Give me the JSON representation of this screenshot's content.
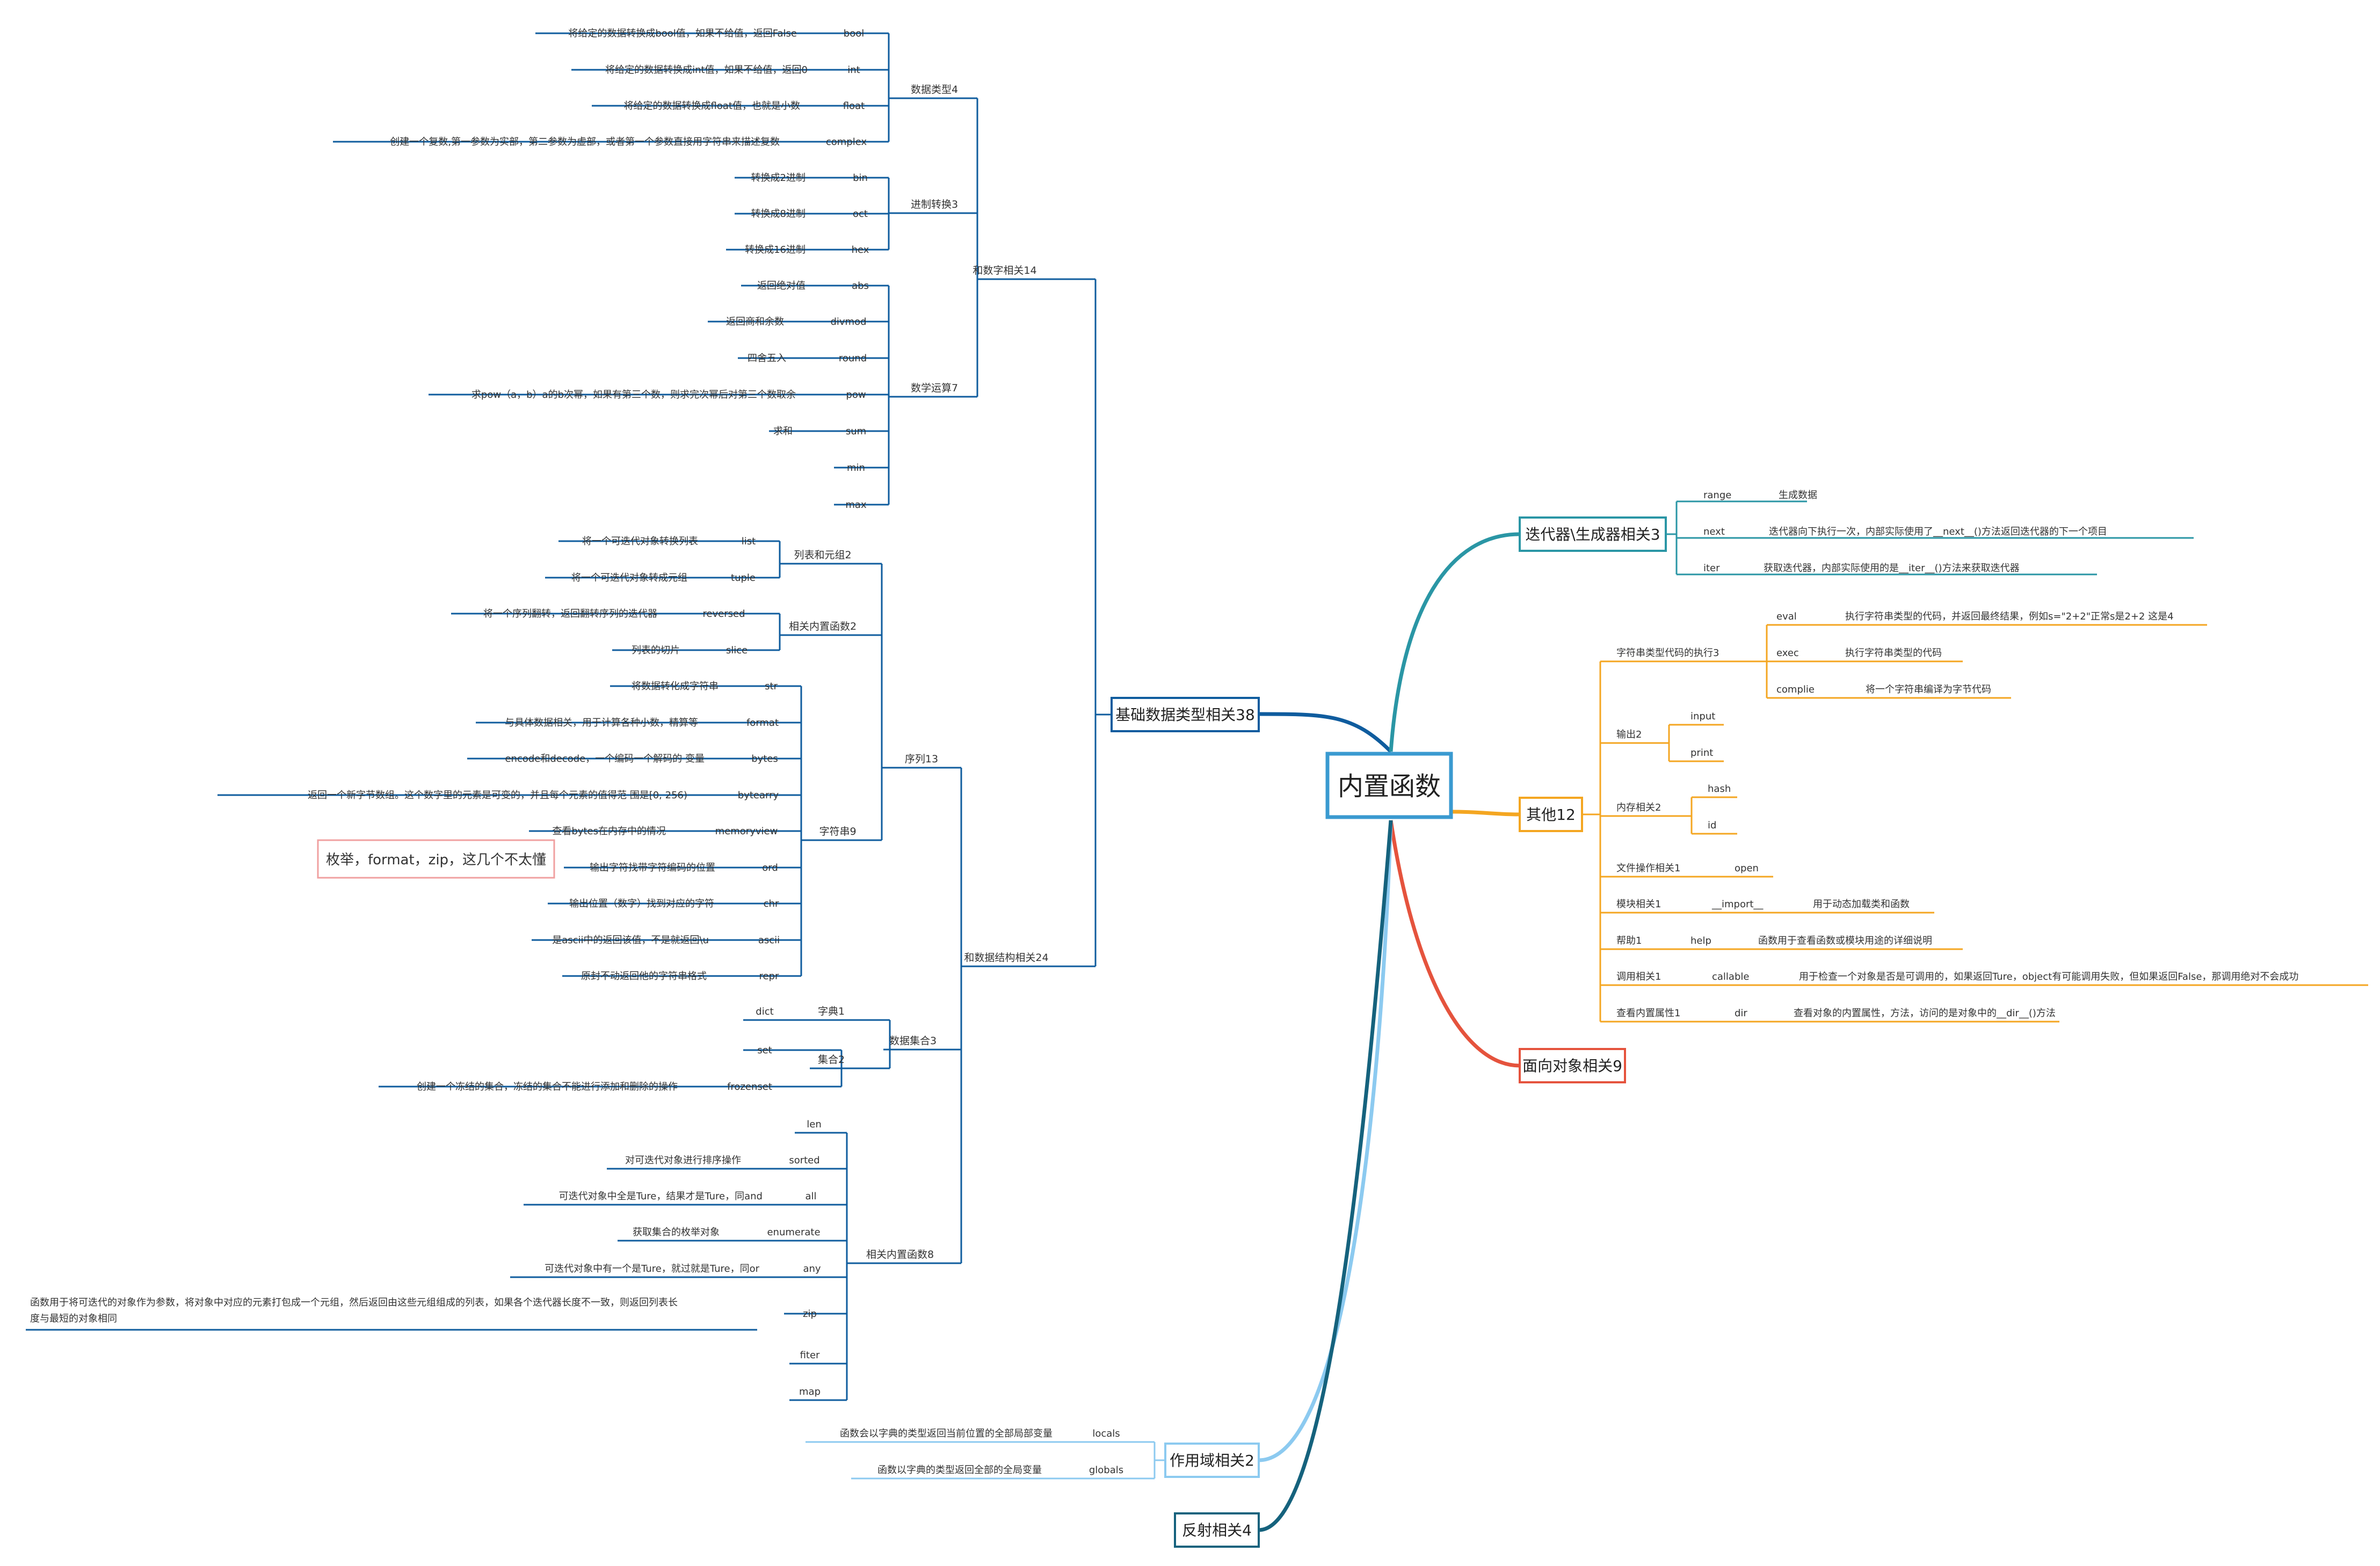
{
  "root": "内置函数",
  "colors": {
    "dark_blue": "#0f5c9e",
    "teal": "#2a96a5",
    "orange": "#f4a621",
    "red": "#e5533d",
    "light_blue": "#8ccaf0",
    "deep_teal": "#15627d",
    "root_border": "#3a9ad0"
  },
  "topics": {
    "basic": "基础数据类型相关38",
    "iter": "迭代器\\生成器相关3",
    "other": "其他12",
    "oop": "面向对象相关9",
    "scope": "作用域相关2",
    "reflect": "反射相关4"
  },
  "basic": {
    "num": {
      "label": "和数字相关14",
      "types": {
        "label": "数据类型4",
        "items": [
          {
            "name": "bool",
            "desc": "将给定的数据转换成bool值，如果不给值，返回False"
          },
          {
            "name": "int",
            "desc": "将给定的数据转换成int值，如果不给值，返回0"
          },
          {
            "name": "float",
            "desc": "将给定的数据转换成float值，也就是小数"
          },
          {
            "name": "complex",
            "desc": "创建一个复数,第一参数为实部，第二参数为虚部，或者第一个参数直接用字符串来描述复数"
          }
        ]
      },
      "base": {
        "label": "进制转换3",
        "items": [
          {
            "name": "bin",
            "desc": "转换成2进制"
          },
          {
            "name": "oct",
            "desc": "转换成8进制"
          },
          {
            "name": "hex",
            "desc": "转换成16进制"
          }
        ]
      },
      "math": {
        "label": "数学运算7",
        "items": [
          {
            "name": "abs",
            "desc": "返回绝对值"
          },
          {
            "name": "divmod",
            "desc": "返回商和余数"
          },
          {
            "name": "round",
            "desc": "四舍五入"
          },
          {
            "name": "pow",
            "desc": "求pow（a，b）a的b次幂，如果有第三个数，则求完次幂后对第三个数取余"
          },
          {
            "name": "sum",
            "desc": "求和"
          },
          {
            "name": "min",
            "desc": ""
          },
          {
            "name": "max",
            "desc": ""
          }
        ]
      }
    },
    "ds": {
      "label": "和数据结构相关24",
      "seq": {
        "label": "序列13",
        "lt": {
          "label": "列表和元组2",
          "items": [
            {
              "name": "list",
              "desc": "将一个可迭代对象转换列表"
            },
            {
              "name": "tuple",
              "desc": "将一个可迭代对象转成元组"
            }
          ]
        },
        "rev": {
          "label": "相关内置函数2",
          "items": [
            {
              "name": "reversed",
              "desc": "将一个序列翻转，返回翻转序列的迭代器"
            },
            {
              "name": "slice",
              "desc": "列表的切片"
            }
          ]
        },
        "str": {
          "label": "字符串9",
          "items": [
            {
              "name": "str",
              "desc": "将数据转化成字符串"
            },
            {
              "name": "format",
              "desc": "与具体数据相关，用于计算各种小数，精算等"
            },
            {
              "name": "bytes",
              "desc": "encode和decode，一个编码一个解码的  变量"
            },
            {
              "name": "bytearry",
              "desc": "返回一个新字节数组。这个数字里的元素是可变的，并且每个元素的值得范  围是[0, 256)"
            },
            {
              "name": "memoryview",
              "desc": "查看bytes在内存中的情况"
            },
            {
              "name": "ord",
              "desc": "输出字符找带字符编码的位置"
            },
            {
              "name": "chr",
              "desc": "输出位置（数字）找到对应的字符"
            },
            {
              "name": "ascii",
              "desc": "是ascii中的返回该值，不是就返回\\u"
            },
            {
              "name": "repr",
              "desc": "原封不动返回他的字符串格式"
            }
          ]
        }
      },
      "set": {
        "label": "数据集合3",
        "dict": {
          "label": "字典1",
          "items": [
            {
              "name": "dict",
              "desc": ""
            }
          ]
        },
        "setg": {
          "label": "集合2",
          "items": [
            {
              "name": "set",
              "desc": ""
            },
            {
              "name": "frozenset",
              "desc": "创建一个冻结的集合，冻结的集合不能进行添加和删除的操作"
            }
          ]
        }
      },
      "rel": {
        "label": "相关内置函数8",
        "items": [
          {
            "name": "len",
            "desc": ""
          },
          {
            "name": "sorted",
            "desc": "对可迭代对象进行排序操作"
          },
          {
            "name": "all",
            "desc": "可迭代对象中全是Ture，结果才是Ture，同and"
          },
          {
            "name": "enumerate",
            "desc": "获取集合的枚举对象"
          },
          {
            "name": "any",
            "desc": "可迭代对象中有一个是Ture，就过就是Ture，同or"
          },
          {
            "name": "zip",
            "desc": "函数用于将可迭代的对象作为参数，将对象中对应的元素打包成一个元组，然后返回由这些元组组成的列表，如果各个迭代器长度不一致，则返回列表长",
            "desc2": "度与最短的对象相同"
          },
          {
            "name": "fiter",
            "desc": ""
          },
          {
            "name": "map",
            "desc": ""
          }
        ]
      }
    },
    "note": "枚举，format，zip，这几个不太懂"
  },
  "iter": {
    "items": [
      {
        "name": "range",
        "desc": "生成数据"
      },
      {
        "name": "next",
        "desc": "迭代器向下执行一次，内部实际使用了__next__()方法返回迭代器的下一个项目"
      },
      {
        "name": "iter",
        "desc": "获取迭代器，内部实际使用的是__iter__()方法来获取迭代器"
      }
    ]
  },
  "other": {
    "strexec": {
      "label": "字符串类型代码的执行3",
      "items": [
        {
          "name": "eval",
          "desc": "执行字符串类型的代码，并返回最终结果，例如s=\"2+2\"正常s是2+2 这是4"
        },
        {
          "name": "exec",
          "desc": "执行字符串类型的代码"
        },
        {
          "name": "complie",
          "desc": "将一个字符串编译为字节代码"
        }
      ]
    },
    "io": {
      "label": "输出2",
      "items": [
        {
          "name": "input"
        },
        {
          "name": "print"
        }
      ]
    },
    "mem": {
      "label": "内存相关2",
      "items": [
        {
          "name": "hash"
        },
        {
          "name": "id"
        }
      ]
    },
    "file": {
      "label": "文件操作相关1",
      "name": "open",
      "desc": ""
    },
    "mod": {
      "label": "模块相关1",
      "name": "__import__",
      "desc": "用于动态加载类和函数"
    },
    "help": {
      "label": "帮助1",
      "name": "help",
      "desc": "函数用于查看函数或模块用途的详细说明"
    },
    "call": {
      "label": "调用相关1",
      "name": "callable",
      "desc": "用于检查一个对象是否是可调用的，如果返回Ture，object有可能调用失败，但如果返回False，那调用绝对不会成功"
    },
    "dir": {
      "label": "查看内置属性1",
      "name": "dir",
      "desc": "查看对象的内置属性，方法，访问的是对象中的__dir__()方法"
    }
  },
  "scope": {
    "items": [
      {
        "name": "locals",
        "desc": "函数会以字典的类型返回当前位置的全部局部变量"
      },
      {
        "name": "globals",
        "desc": "函数以字典的类型返回全部的全局变量"
      }
    ]
  }
}
